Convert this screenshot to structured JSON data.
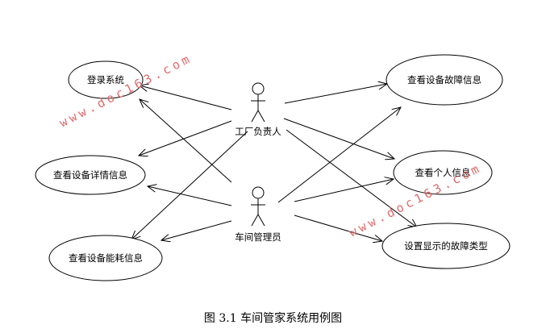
{
  "diagram": {
    "actors": [
      {
        "id": "factory-manager",
        "label": "工厂负责人"
      },
      {
        "id": "workshop-admin",
        "label": "车间管理员"
      }
    ],
    "use_cases": [
      {
        "id": "login",
        "label": "登录系统"
      },
      {
        "id": "view-details",
        "label": "查看设备详情信息"
      },
      {
        "id": "view-energy",
        "label": "查看设备能耗信息"
      },
      {
        "id": "view-faults",
        "label": "查看设备故障信息"
      },
      {
        "id": "view-personal",
        "label": "查看个人信息"
      },
      {
        "id": "set-fault-types",
        "label": "设置显示的故障类型"
      }
    ],
    "associations": [
      {
        "from": "factory-manager",
        "to": "login"
      },
      {
        "from": "factory-manager",
        "to": "view-details"
      },
      {
        "from": "factory-manager",
        "to": "view-energy"
      },
      {
        "from": "factory-manager",
        "to": "view-faults"
      },
      {
        "from": "factory-manager",
        "to": "view-personal"
      },
      {
        "from": "factory-manager",
        "to": "set-fault-types"
      },
      {
        "from": "workshop-admin",
        "to": "login"
      },
      {
        "from": "workshop-admin",
        "to": "view-details"
      },
      {
        "from": "workshop-admin",
        "to": "view-energy"
      },
      {
        "from": "workshop-admin",
        "to": "view-faults"
      },
      {
        "from": "workshop-admin",
        "to": "view-personal"
      },
      {
        "from": "workshop-admin",
        "to": "set-fault-types"
      }
    ]
  },
  "watermarks": [
    "www.doc163.com",
    "www.doc163.com"
  ],
  "caption": "图 3.1 车间管家系统用例图",
  "colors": {
    "line": "#000000",
    "watermark": "#e06a6a",
    "background": "#ffffff"
  }
}
